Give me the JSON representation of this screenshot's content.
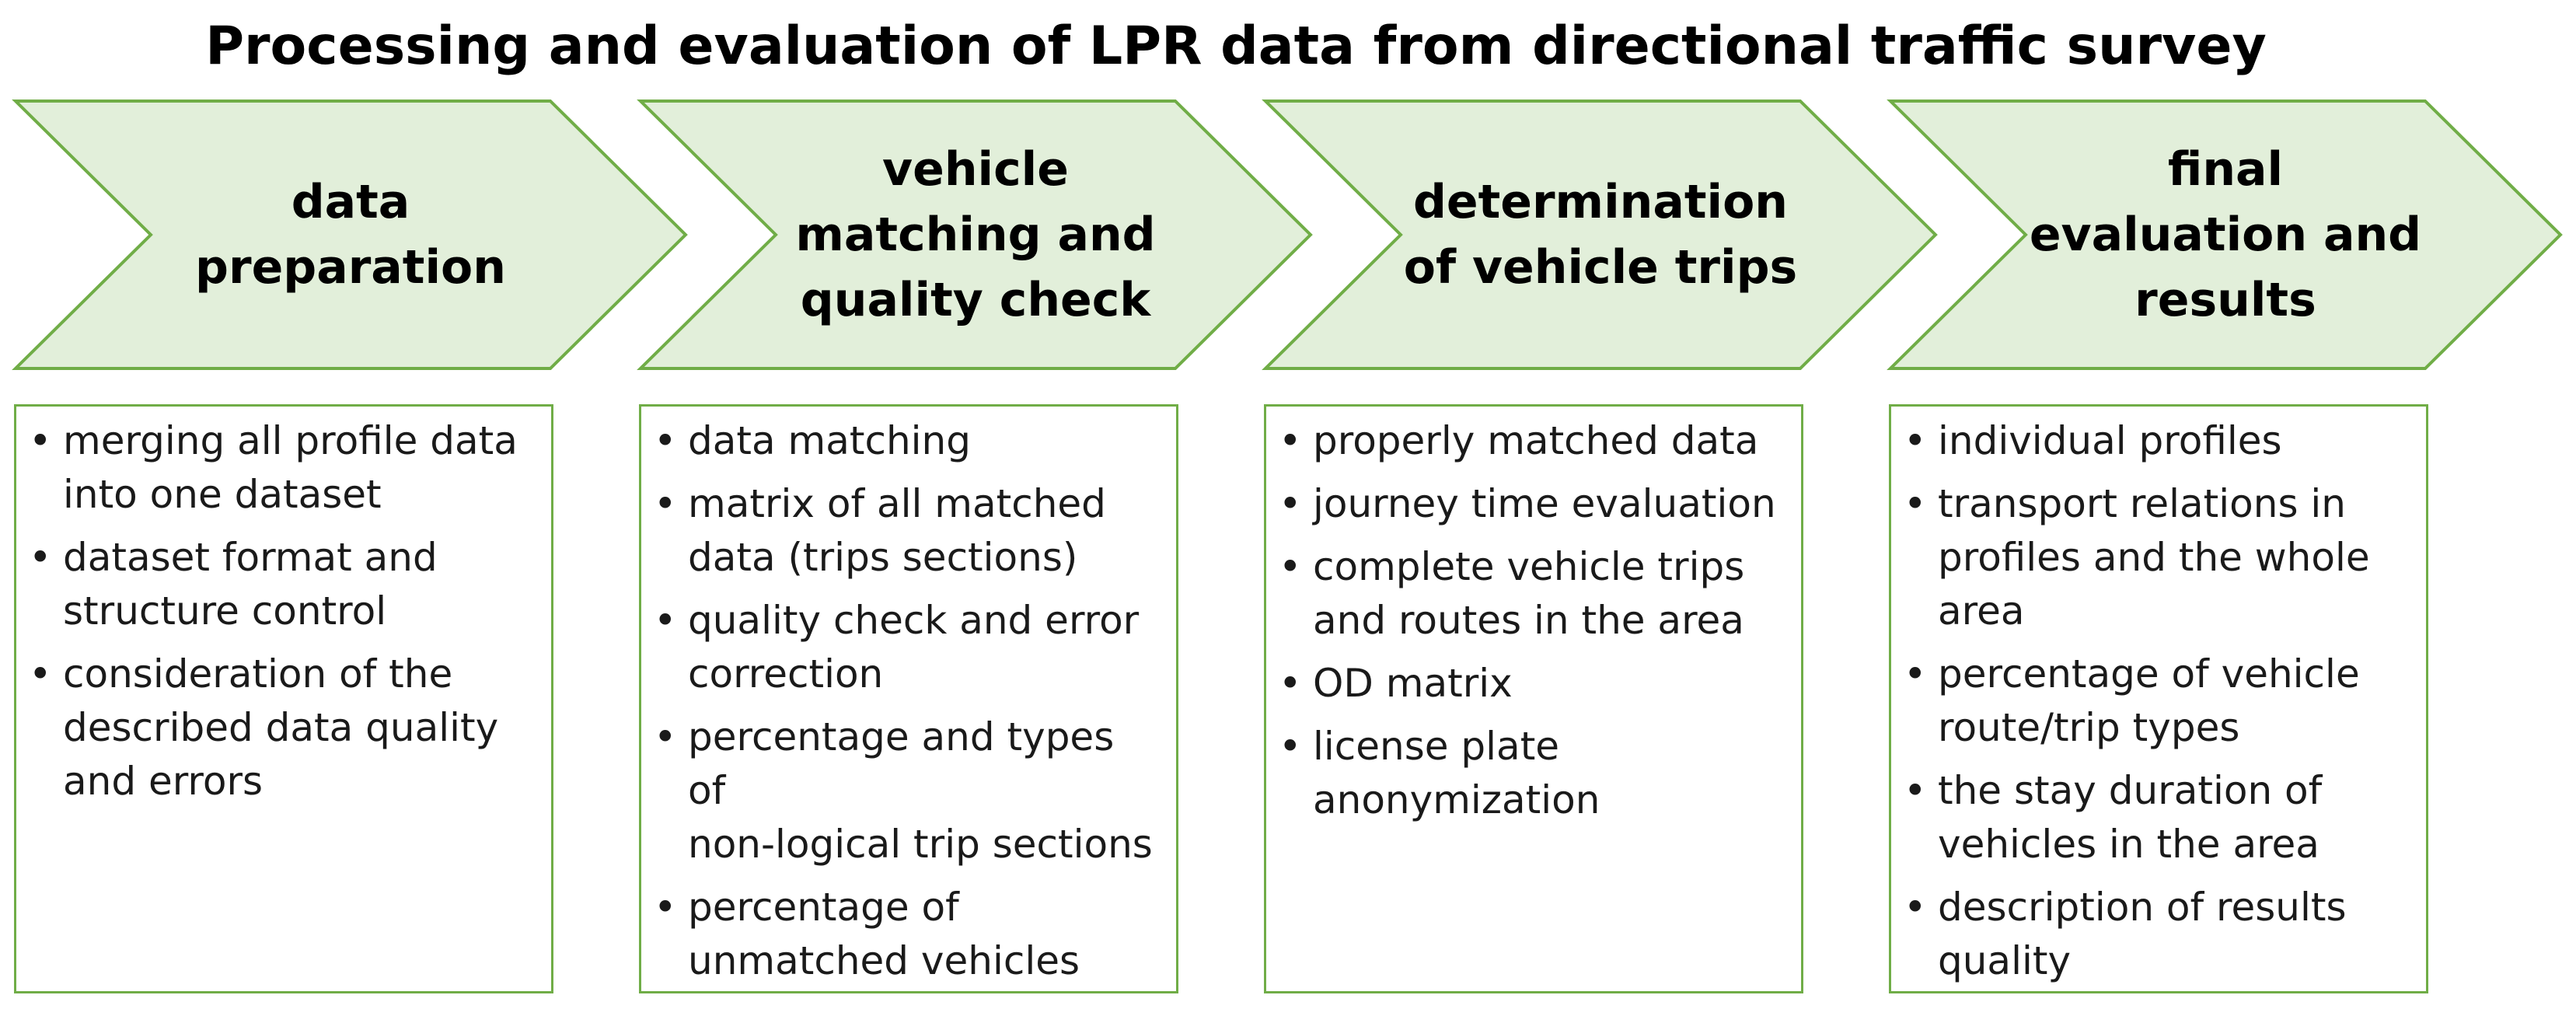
{
  "title": "Processing and evaluation of LPR data from directional traffic survey",
  "colors": {
    "stage_fill": "#e2efda",
    "stage_border": "#70ad47",
    "box_border": "#70ad47"
  },
  "bullet_symbol": "•",
  "stages": [
    {
      "label": "data\npreparation",
      "items": [
        "merging all profile data\ninto one dataset",
        "dataset format and\nstructure control",
        "consideration of the\ndescribed data quality\nand errors"
      ]
    },
    {
      "label": "vehicle\nmatching and\nquality check",
      "items": [
        "data matching",
        "matrix of all matched\ndata (trips sections)",
        "quality check and error\ncorrection",
        "percentage and types of\nnon-logical trip sections",
        "percentage of\nunmatched vehicles"
      ]
    },
    {
      "label": "determination\nof vehicle trips",
      "items": [
        "properly matched data",
        "journey time evaluation",
        "complete vehicle trips\nand routes in the area",
        "OD matrix",
        "license plate\nanonymization"
      ]
    },
    {
      "label": "final\nevaluation and\nresults",
      "items": [
        "individual profiles",
        "transport relations in\nprofiles and the whole\narea",
        "percentage of vehicle\nroute/trip types",
        "the stay duration of\nvehicles in the area",
        "description of results\nquality"
      ]
    }
  ]
}
